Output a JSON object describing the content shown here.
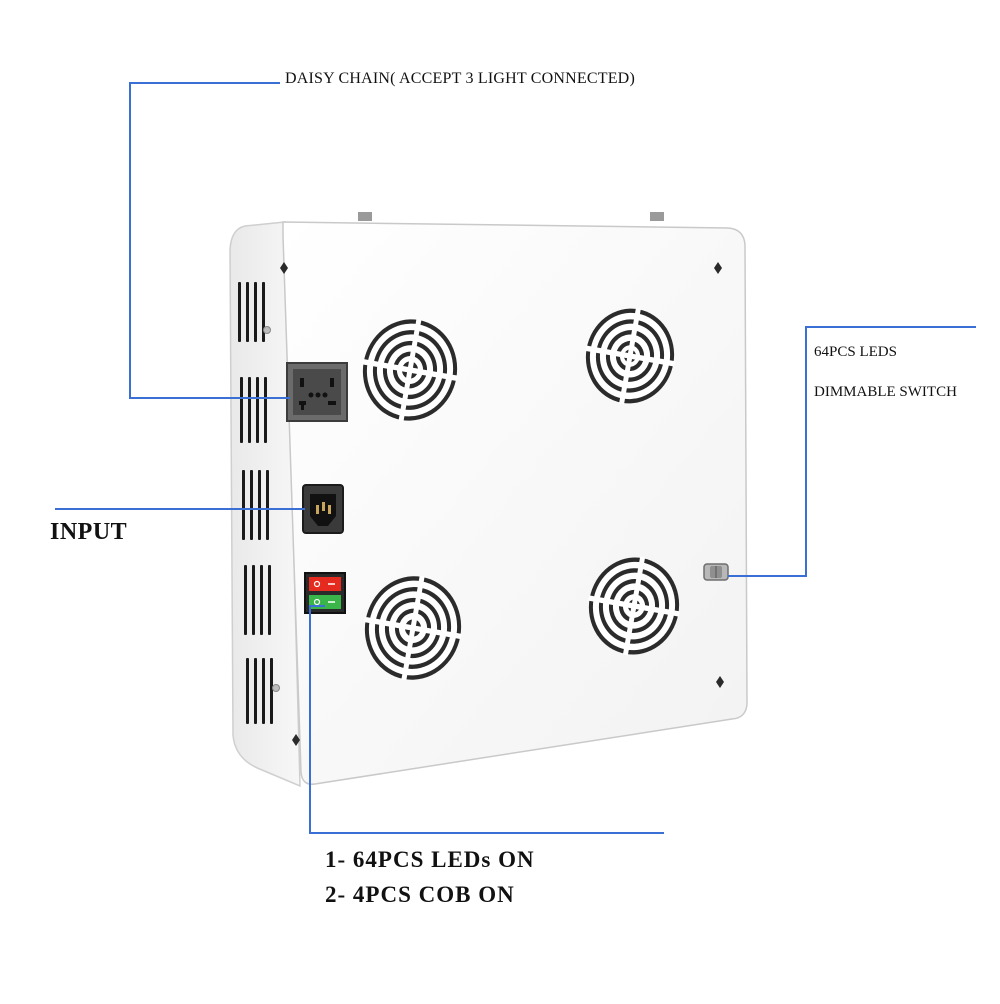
{
  "annotations": {
    "daisy_chain": "DAISY CHAIN( ACCEPT 3 LIGHT CONNECTED)",
    "leds": "64PCS LEDS",
    "dimmable_switch": "DIMMABLE SWITCH",
    "input": "INPUT",
    "mode_1": "1- 64PCS LEDs ON",
    "mode_2": "2- 4PCS COB ON"
  },
  "colors": {
    "leader_line": "#3a6fd6",
    "panel": "#fafafa",
    "panel_edge": "#c9c9c9",
    "fan_grille": "#2b2b2b",
    "switch_red": "#e52b1f",
    "switch_green": "#39b54a"
  },
  "icons": [
    "outlet-icon",
    "iec-input-socket-icon",
    "rocker-switch-icon",
    "fan-grille-icon",
    "dimmer-knob-icon"
  ]
}
